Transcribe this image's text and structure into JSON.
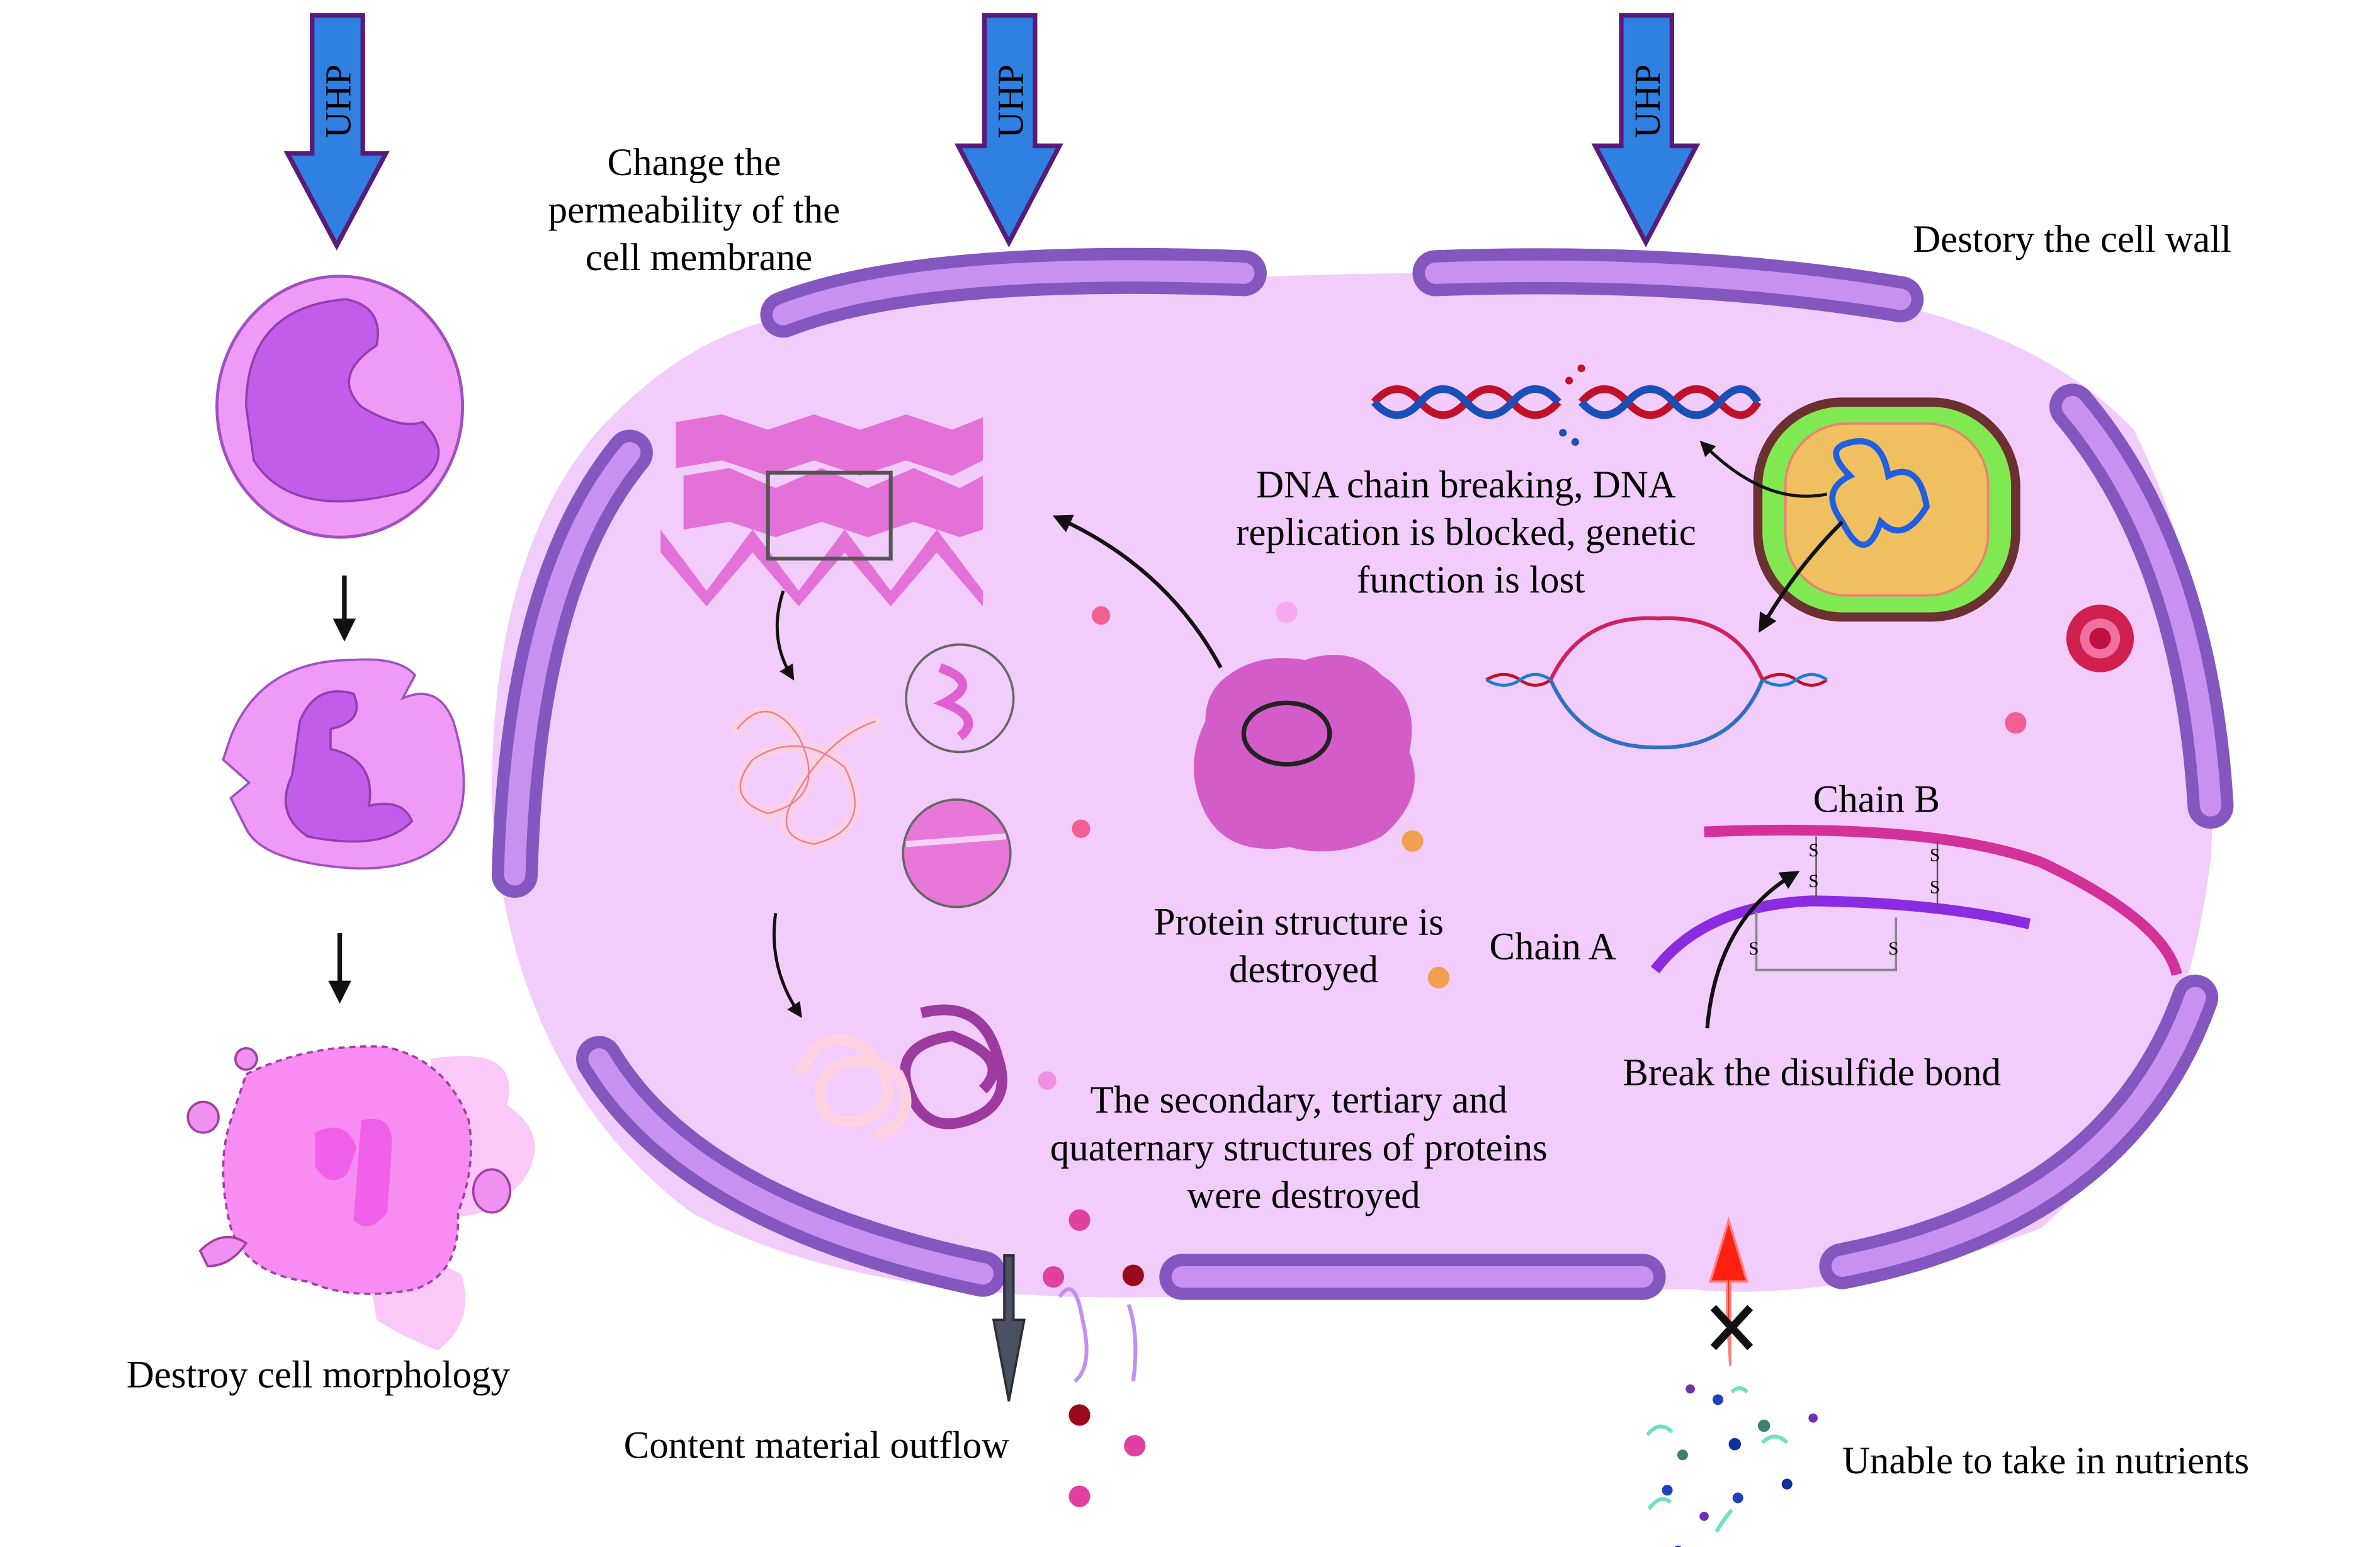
{
  "figure": {
    "pressure_label": "UHP",
    "colors": {
      "uhp_arrow": "#2f80e0",
      "uhp_arrow_border": "#5a1a7a",
      "cell_interior": "#f2ccfa",
      "membrane_outer": "#8456c0",
      "membrane_inner": "#c890f0",
      "chain_a": "#8a2be2",
      "chain_b": "#d4309a",
      "dna_red": "#c0102a",
      "dna_blue": "#1a4fb8",
      "nutrient_arrow": "#ff2010",
      "outflow_arrow": "#4a5060"
    }
  },
  "labels": {
    "membrane_permeability": [
      "Change the",
      "permeability of the",
      "cell membrane"
    ],
    "cell_wall": "Destory the cell wall",
    "dna": [
      "DNA chain breaking, DNA",
      "replication is blocked, genetic",
      "function is lost"
    ],
    "protein_structure": [
      "Protein structure is",
      "destroyed"
    ],
    "chain_a": "Chain A",
    "chain_b": "Chain B",
    "disulfide": "Break the disulfide bond",
    "higher_structures": [
      "The secondary, tertiary and",
      "quaternary structures of proteins",
      "were destroyed"
    ],
    "outflow": "Content material outflow",
    "nutrients": "Unable to take in nutrients",
    "morphology": "Destroy cell morphology",
    "sulfur": "S"
  }
}
